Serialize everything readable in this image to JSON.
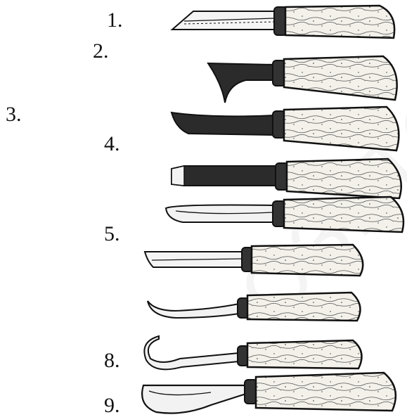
{
  "figure": {
    "labels": [
      "1.",
      "2.",
      "3.",
      "4.",
      "5.",
      "8.",
      "9."
    ],
    "tool_count": 9,
    "colors": {
      "ink": "#111111",
      "wood": "#f3f1ea",
      "blade": "#2b2b2b",
      "steel": "#e9e9e9"
    },
    "watermark": "ОЗКТО"
  }
}
